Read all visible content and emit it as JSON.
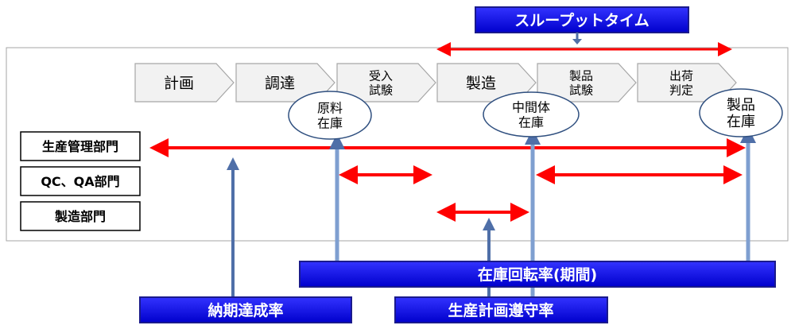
{
  "throughput": {
    "label": "スループットタイム"
  },
  "process_steps": [
    {
      "id": "plan",
      "lines": [
        "計画"
      ]
    },
    {
      "id": "procure",
      "lines": [
        "調達"
      ]
    },
    {
      "id": "receive-test",
      "lines": [
        "受入",
        "試験"
      ]
    },
    {
      "id": "manufacture",
      "lines": [
        "製造"
      ]
    },
    {
      "id": "product-test",
      "lines": [
        "製品",
        "試験"
      ]
    },
    {
      "id": "release",
      "lines": [
        "出荷",
        "判定"
      ]
    }
  ],
  "inventories": [
    {
      "id": "raw-material",
      "lines": [
        "原料",
        "在庫"
      ]
    },
    {
      "id": "intermediate",
      "lines": [
        "中間体",
        "在庫"
      ]
    },
    {
      "id": "product",
      "lines": [
        "製品",
        "在庫"
      ]
    }
  ],
  "departments": [
    {
      "id": "production-control",
      "label": "生産管理部門"
    },
    {
      "id": "qc-qa",
      "label": "QC、QA部門"
    },
    {
      "id": "manufacturing",
      "label": "製造部門"
    }
  ],
  "kpis": {
    "inventory_turnover": "在庫回転率(期間)",
    "delivery_rate": "納期達成率",
    "plan_compliance": "生産計画遵守率"
  },
  "colors": {
    "step_fill": "#f2f2f2",
    "step_stroke": "#a6a6a6",
    "red_arrow": "#ff0000",
    "blue_box": "#0000ff",
    "blue_box_dark": "#1a1a8c",
    "steel_arrow": "#4f6fa8",
    "ellipse_stroke": "#2f4f7f"
  }
}
